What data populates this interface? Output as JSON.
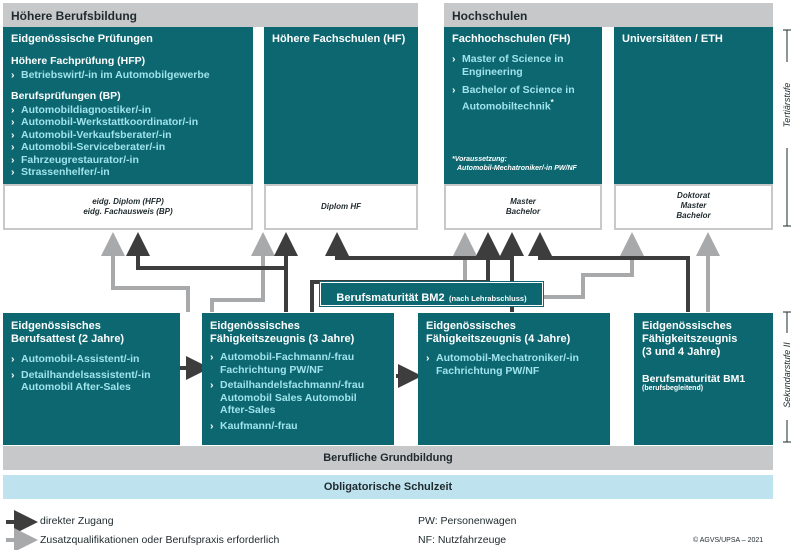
{
  "headers": {
    "left": "Höhere Berufsbildung",
    "right": "Hochschulen"
  },
  "tertiary": {
    "pruefungen": {
      "title": "Eidgenössische Prüfungen",
      "hfp_title": "Höhere Fachprüfung (HFP)",
      "hfp_items": [
        "Betriebswirt/-in im Automobilgewerbe"
      ],
      "bp_title": "Berufsprüfungen (BP)",
      "bp_items": [
        "Automobildiagnostiker/-in",
        "Automobil-Werkstattkoordinator/-in",
        "Automobil-Verkaufsberater/-in",
        "Automobil-Serviceberater/-in",
        "Fahrzeugrestaurator/-in",
        "Strassenhelfer/-in"
      ],
      "degree_line1": "eidg. Diplom (HFP)",
      "degree_line2": "eidg. Fachausweis (BP)"
    },
    "hf": {
      "title": "Höhere Fachschulen (HF)",
      "degree": "Diplom HF"
    },
    "fh": {
      "title": "Fachhochschulen (FH)",
      "items": [
        "Master of Science in Engineering",
        "Bachelor of Science in Automobiltechnik"
      ],
      "star": "*",
      "note_line1": "*Voraussetzung:",
      "note_line2": "Automobil-Mechatroniker/-in PW/NF",
      "degree_line1": "Master",
      "degree_line2": "Bachelor"
    },
    "uni": {
      "title": "Universitäten / ETH",
      "degree_line1": "Doktorat",
      "degree_line2": "Master",
      "degree_line3": "Bachelor"
    }
  },
  "bm2": {
    "label": "Berufsmaturität BM2",
    "suffix": "(nach Lehrabschluss)"
  },
  "secondary": {
    "attest": {
      "title_line1": "Eidgenössisches",
      "title_line2": "Berufsattest (2 Jahre)",
      "items": [
        "Automobil-Assistent/-in",
        "Detailhandelsassistent/-in Automobil After-Sales"
      ]
    },
    "efz3": {
      "title_line1": "Eidgenössisches",
      "title_line2": "Fähigkeitszeugnis (3 Jahre)",
      "items": [
        "Automobil-Fachmann/-frau Fachrichtung PW/NF",
        "Detailhandelsfachmann/-frau Automobil Sales Automobil After-Sales",
        "Kaufmann/-frau"
      ]
    },
    "efz4": {
      "title_line1": "Eidgenössisches",
      "title_line2": "Fähigkeitszeugnis (4 Jahre)",
      "items": [
        "Automobil-Mechatroniker/-in Fachrichtung PW/NF"
      ]
    },
    "efz34": {
      "title_line1": "Eidgenössisches",
      "title_line2": "Fähigkeitszeugnis",
      "title_line3": "(3 und 4 Jahre)",
      "bm1_title": "Berufsmaturität BM1",
      "bm1_sub": "(berufsbegleitend)"
    }
  },
  "bars": {
    "grund": "Berufliche Grundbildung",
    "schule": "Obligatorische Schulzeit"
  },
  "side_labels": {
    "tertiary": "Tertiärstufe",
    "secondary": "Sekundarstufe II"
  },
  "legend": {
    "direct": "direkter Zugang",
    "extra": "Zusatzqualifikationen oder Berufspraxis erforderlich",
    "pw": "PW: Personenwagen",
    "nf": "NF: Nutzfahrzeuge",
    "copyright": "© AGVS/UPSA – 2021"
  },
  "colors": {
    "teal": "#0d6770",
    "light_teal_text": "#9fe3ec",
    "grey_header": "#c6c8ca",
    "light_blue_bar": "#bfe3ee",
    "arrow_dark": "#3d3d3d",
    "arrow_light": "#a8a9ab"
  }
}
